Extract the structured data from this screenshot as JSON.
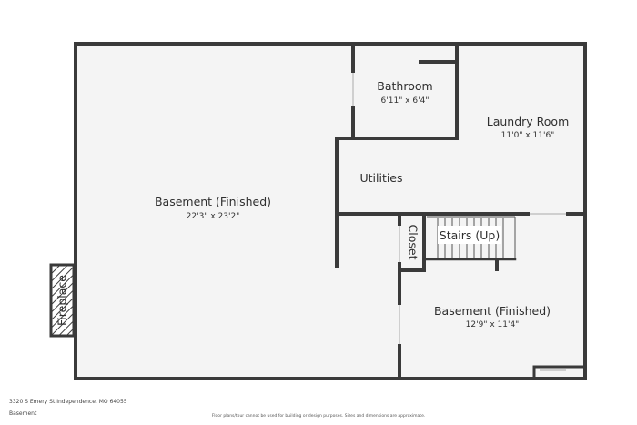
{
  "rooms": {
    "basement_main": {
      "name": "Basement (Finished)",
      "dims": "22'3\" x 23'2\""
    },
    "bathroom": {
      "name": "Bathroom",
      "dims": "6'11\" x 6'4\""
    },
    "laundry": {
      "name": "Laundry Room",
      "dims": "11'0\" x 11'6\""
    },
    "utilities": {
      "name": "Utilities"
    },
    "closet": {
      "name": "Closet"
    },
    "stairs": {
      "name": "Stairs (Up)"
    },
    "basement_second": {
      "name": "Basement (Finished)",
      "dims": "12'9\" x 11'4\""
    },
    "fireplace": {
      "name": "Fireplace"
    }
  },
  "footer": {
    "address": "3320 S Emery St Independence, MO 64055",
    "level": "Basement",
    "disclaimer": "Floor plans/tour cannot be used for building or design purposes. Sizes and dimensions are approximate."
  },
  "colors": {
    "wall": "#3a3a3a",
    "floor": "#f4f4f4",
    "fireplace_hatch": "#3a3a3a"
  }
}
